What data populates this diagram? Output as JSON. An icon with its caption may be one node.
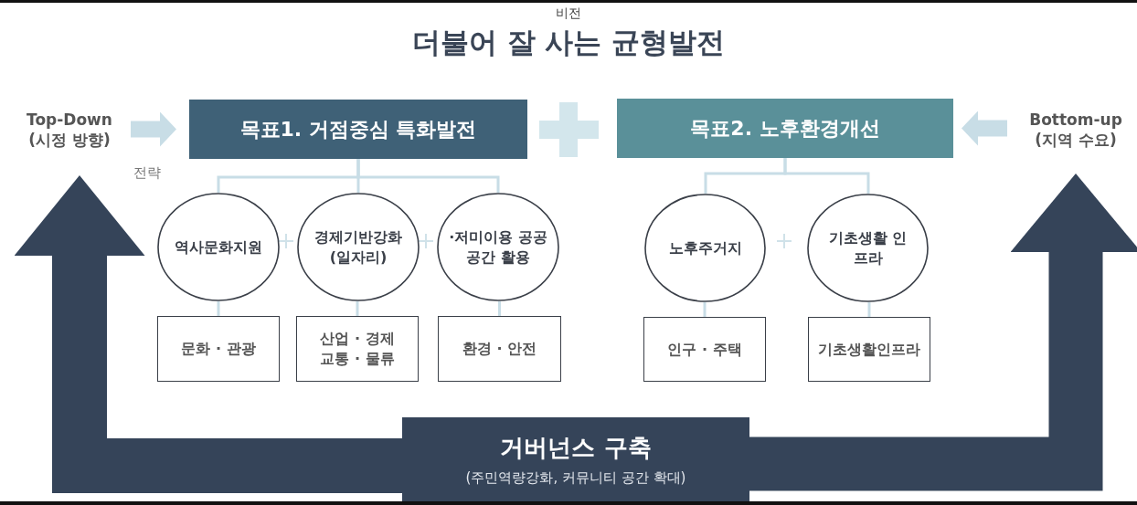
{
  "diagram": {
    "title": "더불어 잘 사는 균형발전",
    "nodes": [
      {
        "text": [
          "Top-Down (시정 방향)"
        ]
      },
      {
        "text": [
          "목표1. 거점중심 특화발전"
        ]
      },
      {
        "text": [
          "목표2. 노후환경개선"
        ]
      },
      {
        "text": [
          "Bottom-up (지역 수요)"
        ]
      },
      {
        "text": [
          "역사문화지원"
        ]
      },
      {
        "text": [
          "경제기반강화 (일자리)"
        ]
      },
      {
        "text": [
          "·저미이용 공공공간 활용"
        ]
      },
      {
        "text": [
          "노후주거지"
        ]
      },
      {
        "text": [
          "기초생활 인프라"
        ]
      },
      {
        "text": [
          "문화 · 관광"
        ]
      },
      {
        "text": [
          "산업 · 경제 교통 · 물류"
        ]
      },
      {
        "text": [
          "환경 · 안전"
        ]
      },
      {
        "text": [
          "인구 · 주택"
        ]
      },
      {
        "text": [
          "기초생활인프라"
        ]
      },
      {
        "text": [
          "거버넌스 구축",
          "(주민역량강화, 커뮤니티 공간 확대)"
        ]
      }
    ],
    "edges": [
      {
        "from": 0,
        "to": 1,
        "arrow": "to",
        "style": "thick"
      },
      {
        "from": 3,
        "to": 2,
        "arrow": "to",
        "style": "thick"
      },
      {
        "from": 1,
        "to": 4,
        "arrow": "none"
      },
      {
        "from": 1,
        "to": 5,
        "arrow": "none"
      },
      {
        "from": 1,
        "to": 6,
        "arrow": "none"
      },
      {
        "from": 2,
        "to": 7,
        "arrow": "none"
      },
      {
        "from": 2,
        "to": 8,
        "arrow": "none"
      },
      {
        "from": 4,
        "to": 9,
        "arrow": "none"
      },
      {
        "from": 5,
        "to": 10,
        "arrow": "none"
      },
      {
        "from": 6,
        "to": 11,
        "arrow": "none"
      },
      {
        "from": 7,
        "to": 12,
        "arrow": "none"
      },
      {
        "from": 8,
        "to": 13,
        "arrow": "none"
      },
      {
        "from": 14,
        "to": 0,
        "arrow": "to",
        "style": "thick",
        "color": "#354459"
      },
      {
        "from": 14,
        "to": 3,
        "arrow": "to",
        "style": "thick",
        "color": "#354459"
      }
    ],
    "labels": [
      "비전",
      "전략"
    ]
  }
}
